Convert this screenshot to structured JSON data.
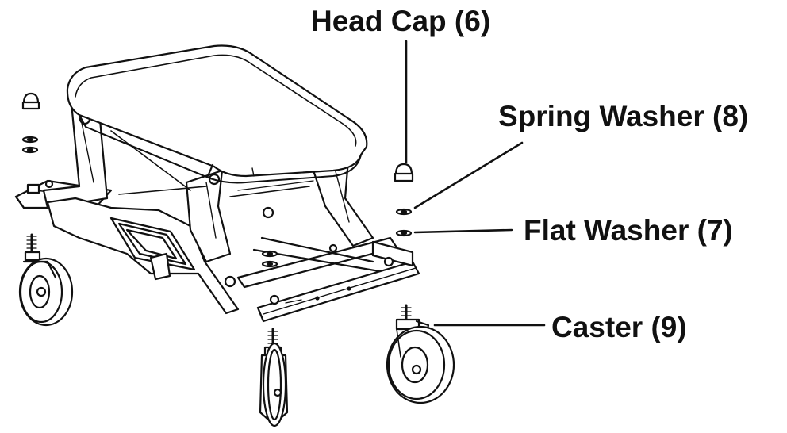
{
  "labels": {
    "head_cap": "Head Cap (6)",
    "spring_washer": "Spring Washer (8)",
    "flat_washer": "Flat Washer (7)",
    "caster": "Caster (9)"
  },
  "colors": {
    "line": "#111111",
    "background": "#ffffff",
    "accent": "#888888"
  }
}
